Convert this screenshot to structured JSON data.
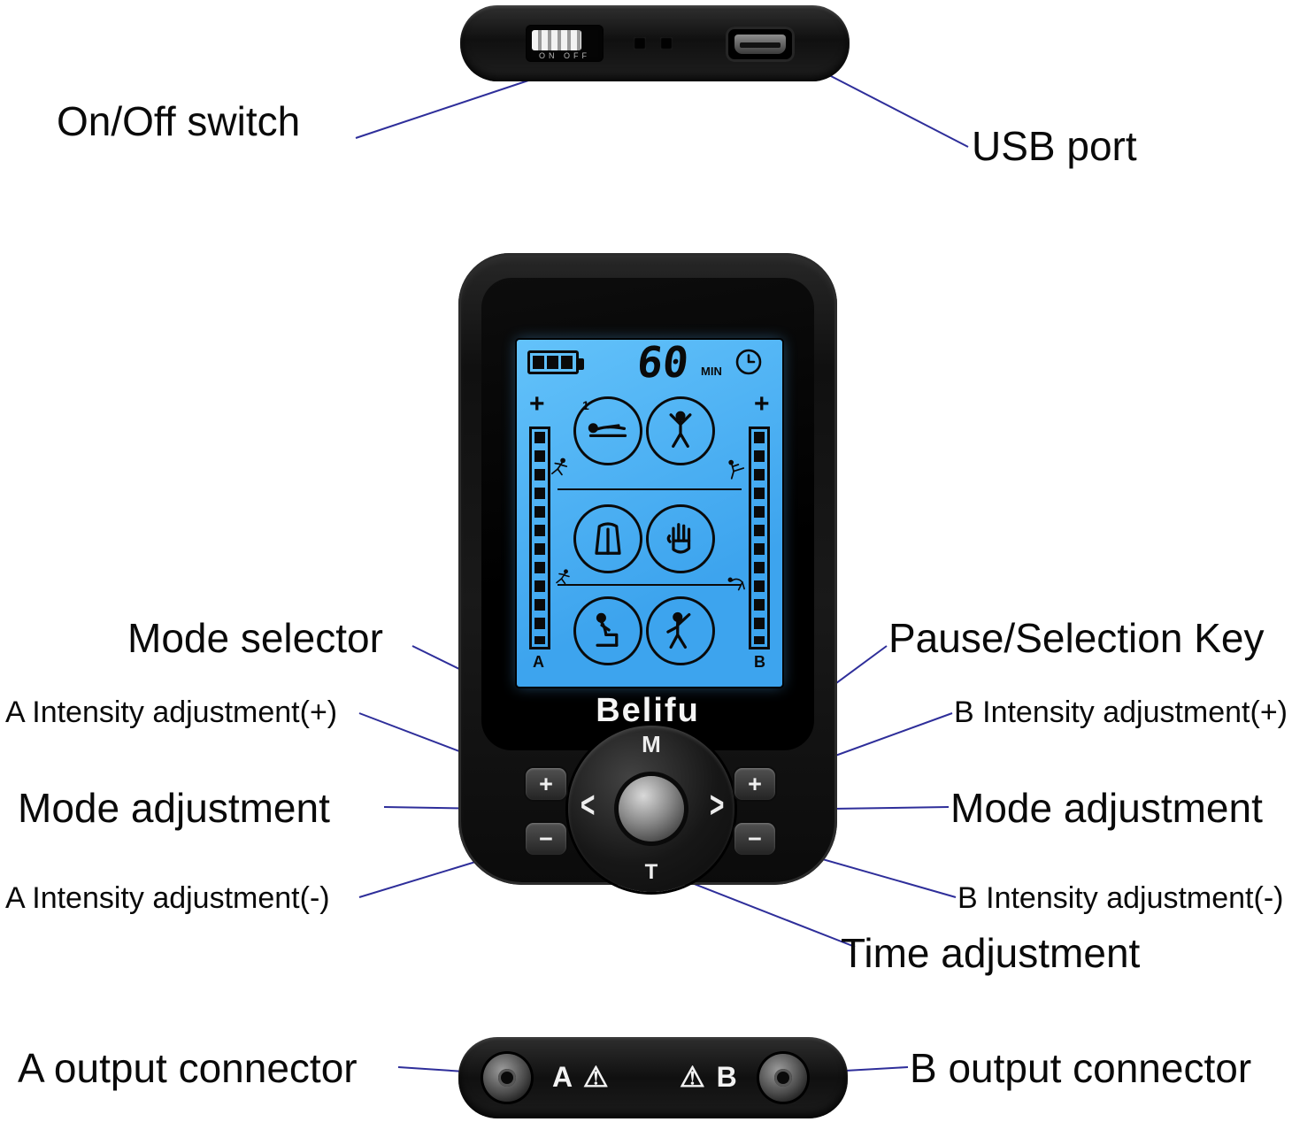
{
  "callouts": {
    "on_off_switch": "On/Off switch",
    "usb_port": "USB port",
    "mode_selector": "Mode selector",
    "pause_selection_key": "Pause/Selection Key",
    "a_intensity_plus": "A Intensity adjustment(+)",
    "b_intensity_plus": "B Intensity adjustment(+)",
    "mode_adjustment_left": "Mode adjustment",
    "mode_adjustment_right": "Mode adjustment",
    "a_intensity_minus": "A Intensity adjustment(-)",
    "b_intensity_minus": "B Intensity adjustment(-)",
    "time_adjustment": "Time adjustment",
    "a_output_connector": "A output connector",
    "b_output_connector": "B output connector"
  },
  "device": {
    "brand": "Belifu",
    "top_view": {
      "switch_caption": "ON OFF"
    },
    "screen": {
      "timer_value": "60",
      "timer_unit": "MIN",
      "intensity_plus_left": "+",
      "intensity_plus_right": "+",
      "channel_a": "A",
      "channel_b": "B",
      "mode_number": "1"
    },
    "control_pad": {
      "mode_key": "M",
      "time_key": "T",
      "prev_key": "<",
      "next_key": ">"
    },
    "side_buttons": {
      "a_plus": "+",
      "a_minus": "−",
      "b_plus": "+",
      "b_minus": "−"
    },
    "bottom_view": {
      "left_label": "A ⚠",
      "right_label": "⚠ B"
    }
  },
  "colors": {
    "screen_blue": "#49b1f2",
    "callout_line": "#2e2e9a",
    "device_body": "#141414",
    "background": "#ffffff"
  }
}
